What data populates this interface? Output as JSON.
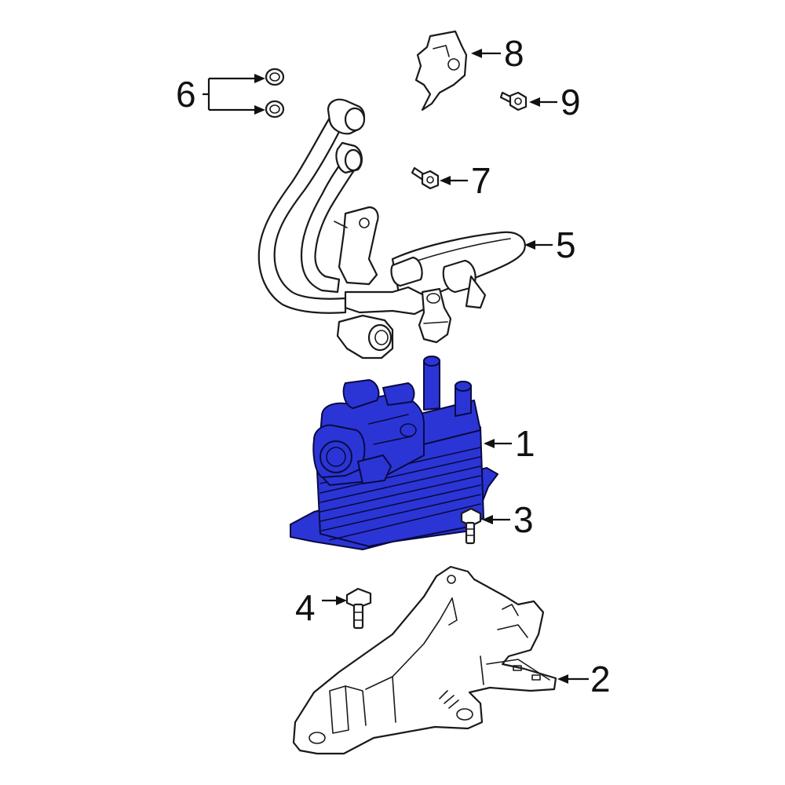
{
  "diagram": {
    "highlight_color": "#2b35d6",
    "callouts": [
      {
        "id": "1",
        "label": "1"
      },
      {
        "id": "2",
        "label": "2"
      },
      {
        "id": "3",
        "label": "3"
      },
      {
        "id": "4",
        "label": "4"
      },
      {
        "id": "5",
        "label": "5"
      },
      {
        "id": "6",
        "label": "6"
      },
      {
        "id": "7",
        "label": "7"
      },
      {
        "id": "8",
        "label": "8"
      },
      {
        "id": "9",
        "label": "9"
      }
    ]
  }
}
